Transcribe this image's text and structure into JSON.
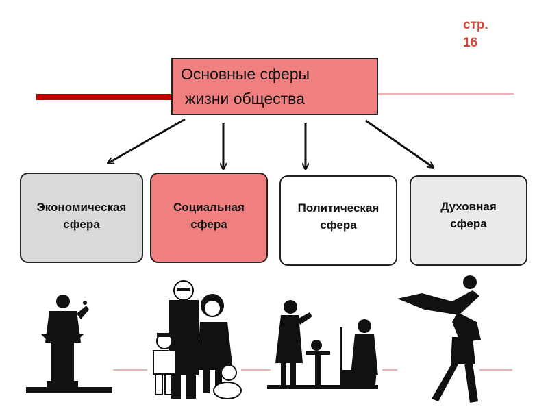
{
  "page_ref": {
    "line1": "стр.",
    "line2": "16"
  },
  "main_sphere": {
    "line1": "Основные сферы",
    "line2": "жизни общества"
  },
  "spheres": [
    {
      "line1": "Экономическая",
      "line2": "сфера",
      "color": "#d9d9d9"
    },
    {
      "line1": "Социальная",
      "line2": "сфера",
      "color": "#f08080"
    },
    {
      "line1": "Политическая",
      "line2": "сфера",
      "color": "#ffffff"
    },
    {
      "line1": "Духовная",
      "line2": "сфера",
      "color": "#e8eaec"
    }
  ],
  "colors": {
    "accent_red": "#c00000",
    "box_red": "#f08080"
  },
  "icons": [
    "speaker-silhouette-icon",
    "family-silhouette-icon",
    "conversation-silhouette-icon",
    "dancers-silhouette-icon"
  ]
}
